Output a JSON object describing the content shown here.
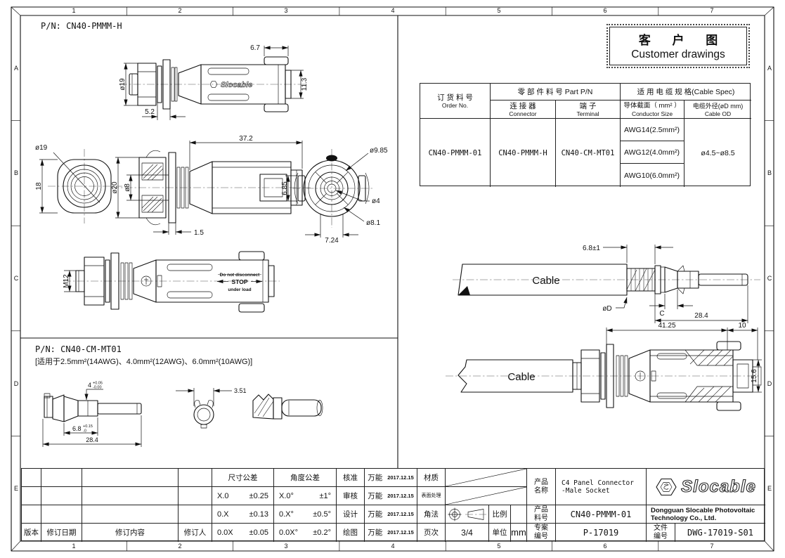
{
  "frame": {
    "cols": [
      "1",
      "2",
      "3",
      "4",
      "5",
      "6",
      "7"
    ],
    "rows": [
      "A",
      "B",
      "C",
      "D",
      "E"
    ]
  },
  "customer_box": {
    "cn": "客 户 图",
    "en": "Customer drawings"
  },
  "ann": {
    "pn_top": "P/N: CN40-PMMM-H",
    "pn_bottom": "P/N: CN40-CM-MT01",
    "pn_bottom_note": "[适用于2.5mm²(14AWG)、4.0mm²(12AWG)、6.0mm²(10AWG)]",
    "cable": "Cable",
    "brand_body": "Slocable"
  },
  "warn": {
    "l1": "Do not disconnect",
    "l2": "STOP",
    "l3": "under load"
  },
  "dims": {
    "top": {
      "len": "6.7",
      "height": "11.3",
      "dia": "ø19",
      "nut": "5.2"
    },
    "front": {
      "dia": "ø19",
      "flat": "18"
    },
    "sec": {
      "len": "37.2",
      "outer": "ø20",
      "bore": "ø8",
      "panel": "1.5"
    },
    "end": {
      "d1": "ø9.85",
      "d2": "ø4",
      "d3": "ø8.1",
      "flat": "6.85",
      "w": "7.24"
    },
    "m12": {
      "thread": "M12"
    },
    "cable": {
      "strip": "6.8±1",
      "od": "øD",
      "crimp": "C",
      "len": "28.4"
    },
    "asm": {
      "len": "41.25",
      "insert": "10",
      "height": "15.6"
    },
    "term": {
      "d1": "4",
      "d1up": "+0.05",
      "d1dn": "-0.00",
      "d2": "6.8",
      "d2up": "+0.15",
      "d2dn": "-0",
      "len": "28.4",
      "w": "3.51"
    }
  },
  "parts_table": {
    "order_cn": "订 货 料 号",
    "order_en": "Order No.",
    "partpn": "零 部 件 料 号 Part P/N",
    "cablespec": "适 用 电 缆 规 格(Cable Spec)",
    "connector_cn": "连 接 器",
    "connector_en": "Connector",
    "terminal_cn": "端  子",
    "terminal_en": "Terminal",
    "conductor_cn": "导体截面（ mm² ）",
    "conductor_en": "Conductor Size",
    "od_cn": "电缆外径(øD mm)",
    "od_en": "Cable OD",
    "row": {
      "order_no": "CN40-PMMM-01",
      "connector": "CN40-PMMM-H",
      "terminal": "CN40-CM-MT01",
      "sizes": [
        "AWG14(2.5mm²)",
        "AWG12(4.0mm²)",
        "AWG10(6.0mm²)"
      ],
      "cable_od": "ø4.5~ø8.5"
    }
  },
  "title_block": {
    "rev": [
      "版本",
      "修订日期",
      "修订内容",
      "修订人"
    ],
    "dim_tol_header": "尺寸公差",
    "ang_tol_header": "角度公差",
    "dim_tols": [
      [
        "X.0",
        "±0.25"
      ],
      [
        "0.X",
        "±0.13"
      ],
      [
        "0.0X",
        "±0.05"
      ]
    ],
    "ang_tols": [
      [
        "X.0°",
        "±1°"
      ],
      [
        "0.X°",
        "±0.5°"
      ],
      [
        "0.0X°",
        "±0.2°"
      ]
    ],
    "approvals": [
      {
        "role": "核准",
        "name": "万能",
        "date": "2017.12.15"
      },
      {
        "role": "审核",
        "name": "万能",
        "date": "2017.12.15"
      },
      {
        "role": "设计",
        "name": "万能",
        "date": "2017.12.15"
      },
      {
        "role": "绘图",
        "name": "万能",
        "date": "2017.12.15"
      }
    ],
    "material_label": "材质",
    "surface_label": "表面处理",
    "projection_label": "角法",
    "scale_label": "比例",
    "page_label": "页次",
    "page_value": "3/4",
    "unit_label": "单位",
    "unit_value": "mm",
    "product_name_label": "产品\n名称",
    "product_name_value": "C4 Panel Connector\n-Male Socket",
    "product_no_label": "产品\n料号",
    "product_no_value": "CN40-PMMM-01",
    "project_label": "专案\n编号",
    "project_value": "P-17019",
    "doc_label": "文件\n编号",
    "doc_value": "DWG-17019-S01",
    "brand": "Slocable",
    "company": "Dongguan Slocable Photovoltaic\nTechnology Co., Ltd."
  }
}
